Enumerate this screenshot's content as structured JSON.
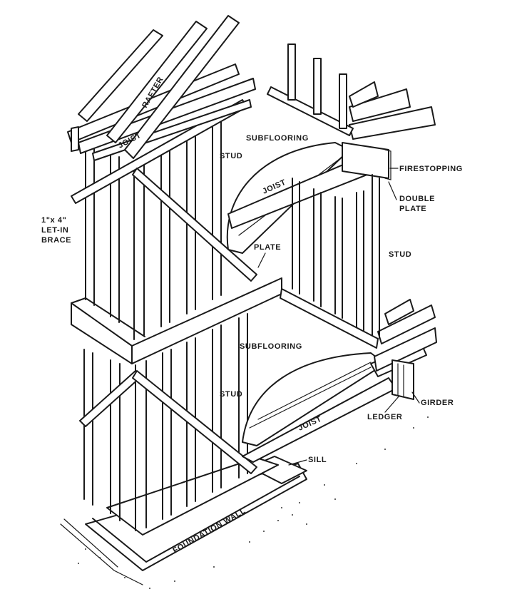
{
  "labels": {
    "rafter": "RAFTER",
    "joist_top": "JOIST",
    "stud_upper_left": "STUD",
    "subflooring_top": "SUBFLOORING",
    "joist_upper": "JOIST",
    "firestopping": "FIRESTOPPING",
    "double": "DOUBLE",
    "plate_word": "PLATE",
    "brace_line1": "1\"x 4\"",
    "brace_line2": "LET-IN",
    "brace_line3": "BRACE",
    "plate_mid": "PLATE",
    "stud_right": "STUD",
    "subflooring_lower": "SUBFLOORING",
    "stud_lower": "STUD",
    "joist_lower": "JOIST",
    "ledger": "LEDGER",
    "girder": "GIRDER",
    "sill": "SILL",
    "foundation_wall": "FOUNDATION WALL"
  }
}
